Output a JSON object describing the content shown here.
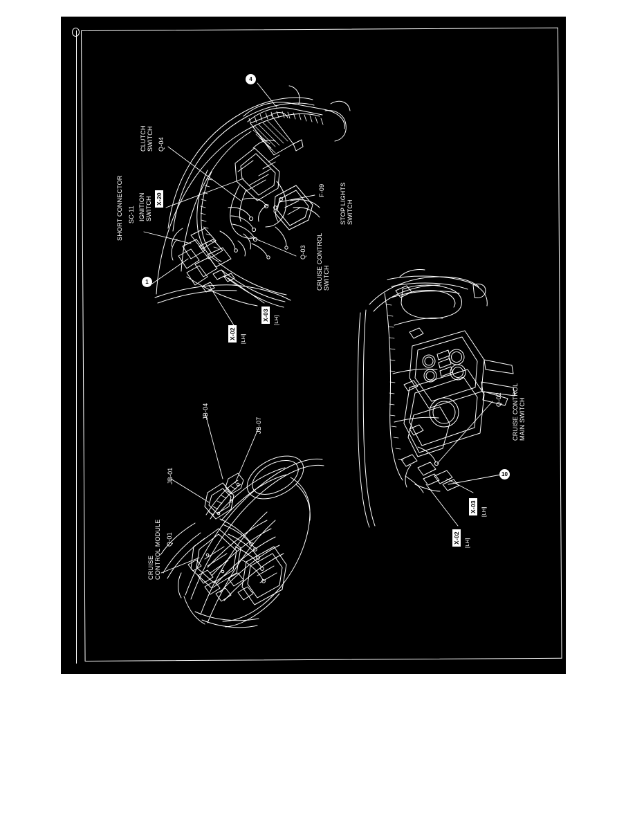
{
  "page": {
    "background": "#ffffff",
    "plate_color": "#000000",
    "line_color": "#ffffff",
    "orientation": "rotated-90-ccw",
    "corner_mark": "registration-circle"
  },
  "diagram": {
    "title_visible": false,
    "type": "automotive-wiring-harness-location-diagram",
    "views": [
      {
        "id": "view-upper-left",
        "description": "steering column / pedal box harness"
      },
      {
        "id": "view-right",
        "description": "instrument panel / dashboard assembly"
      },
      {
        "id": "view-lower-left",
        "description": "engine compartment / fender harness"
      }
    ]
  },
  "labels": {
    "short_connector": {
      "name": "SHORT CONNECTOR",
      "code": "SC-11"
    },
    "ignition_switch": {
      "name": "IGNITION\nSWITCH",
      "code": "X-20"
    },
    "clutch_switch": {
      "name": "CLUTCH\nSWITCH",
      "code": "Q-04"
    },
    "stop_lights_switch": {
      "code": "F-09",
      "name": "STOP LIGHTS\nSWITCH"
    },
    "cruise_control_switch": {
      "code": "Q-03",
      "name": "CRUISE CONTROL\nSWITCH"
    },
    "cruise_control_main_switch": {
      "code": "Q-02",
      "name": "CRUISE CONTROL\nMAIN SWITCH"
    },
    "cruise_control_module": {
      "name": "CRUISE\nCONTROL MODULE",
      "code": "Q-01"
    },
    "joint_box_1": "JB-01",
    "joint_box_4": "JB-04",
    "joint_box_7": "JB-07"
  },
  "connector_chips": [
    {
      "id": "chip-x20",
      "code": "X-20",
      "side": "",
      "view": "view-upper-left"
    },
    {
      "id": "chip-x02-upper",
      "code": "X-02",
      "side": "[LH]",
      "view": "view-upper-left"
    },
    {
      "id": "chip-x03-upper",
      "code": "X-03",
      "side": "[LH]",
      "view": "view-upper-left"
    },
    {
      "id": "chip-x02-right",
      "code": "X-02",
      "side": "[LH]",
      "view": "view-right"
    },
    {
      "id": "chip-x03-right",
      "code": "X-03",
      "side": "[LH]",
      "view": "view-right"
    }
  ],
  "callouts": [
    {
      "id": "callout-4",
      "number": "4",
      "view": "view-upper-left"
    },
    {
      "id": "callout-1",
      "number": "1",
      "view": "view-upper-left"
    },
    {
      "id": "callout-10",
      "number": "10",
      "view": "view-right"
    }
  ]
}
